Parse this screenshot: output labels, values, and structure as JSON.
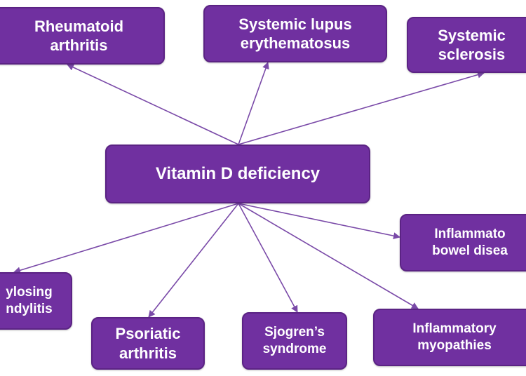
{
  "colors": {
    "node_fill": "#7030a0",
    "node_border": "#5b2384",
    "arrow": "#7a4aa8",
    "text": "#ffffff",
    "background": "#ffffff"
  },
  "nodes": {
    "center": "Vitamin D deficiency",
    "rheumatoid": "Rheumatoid\narthritis",
    "sle": "Systemic lupus\nerythematosus",
    "sclerosis": "Systemic\nsclerosis",
    "ibd": "Inflammato\nbowel disea",
    "myopathies": "Inflammatory\nmyopathies",
    "sjogren": "Sjogren’s\nsyndrome",
    "psoriatic": "Psoriatic\narthritis",
    "ankylosing": "ylosing\nndylitis"
  },
  "edges": [
    {
      "from": "center",
      "to": "rheumatoid"
    },
    {
      "from": "center",
      "to": "sle"
    },
    {
      "from": "center",
      "to": "sclerosis"
    },
    {
      "from": "center",
      "to": "ibd"
    },
    {
      "from": "center",
      "to": "myopathies"
    },
    {
      "from": "center",
      "to": "sjogren"
    },
    {
      "from": "center",
      "to": "psoriatic"
    },
    {
      "from": "center",
      "to": "ankylosing"
    }
  ]
}
